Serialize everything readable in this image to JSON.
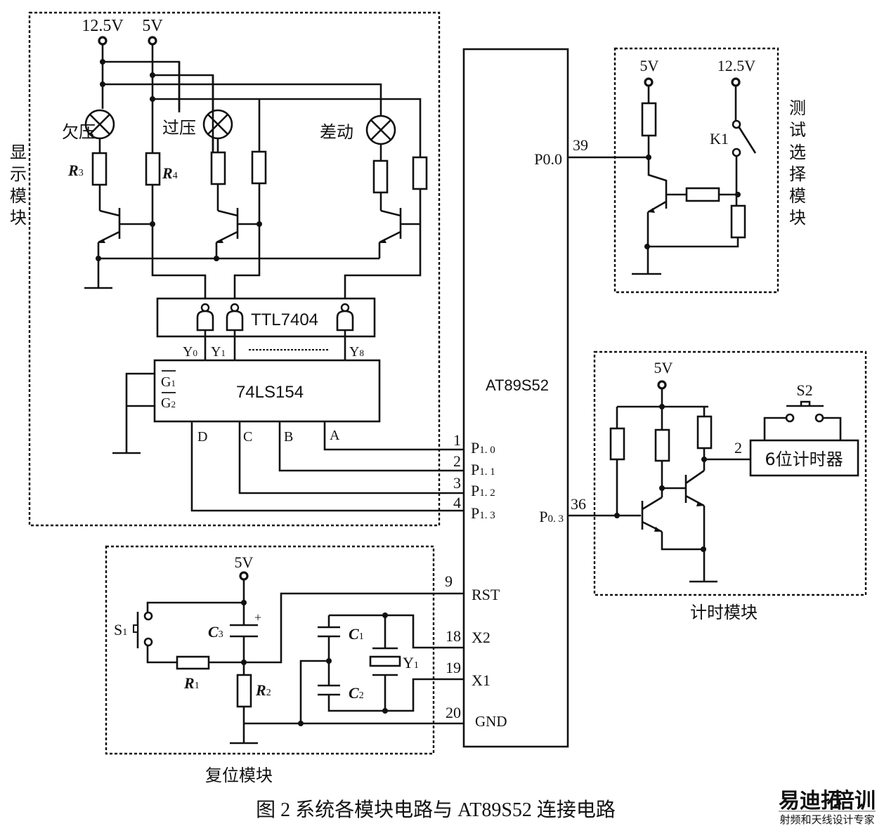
{
  "caption": "图 2  系统各模块电路与 AT89S52 连接电路",
  "watermark": {
    "brand": "易迪拓培训",
    "subtitle": "射频和天线设计专家",
    "colors": {
      "red": "#d9534f",
      "blue": "#3a78c2",
      "gray": "#777777"
    }
  },
  "mcu": {
    "name": "AT89S52",
    "pins": [
      {
        "num": "1",
        "label": "P1.0"
      },
      {
        "num": "2",
        "label": "P1.1"
      },
      {
        "num": "3",
        "label": "P1.2"
      },
      {
        "num": "4",
        "label": "P1.3"
      },
      {
        "num": "9",
        "label": "RST"
      },
      {
        "num": "18",
        "label": "X2"
      },
      {
        "num": "19",
        "label": "X1"
      },
      {
        "num": "20",
        "label": "GND"
      },
      {
        "num": "39",
        "label": "P0.0"
      },
      {
        "num": "36",
        "label": "P0.3"
      }
    ]
  },
  "display_module": {
    "title": "显示模块",
    "supplies": [
      "12.5V",
      "5V"
    ],
    "lamps": [
      "欠压",
      "过压",
      "差动"
    ],
    "resistors": [
      "R3",
      "R4"
    ],
    "inverter_chip": "TTL7404",
    "decoder_chip": "74LS154",
    "decoder_outputs": [
      "Y0",
      "Y1",
      "Y8"
    ],
    "decoder_enables": [
      "G1",
      "G2"
    ],
    "decoder_inputs": [
      "D",
      "C",
      "B",
      "A"
    ]
  },
  "test_select_module": {
    "title": "测试选择模块",
    "supplies": [
      "5V",
      "12.5V"
    ],
    "switch": "K1"
  },
  "timer_module": {
    "title": "计时模块",
    "supply": "5V",
    "switch": "S2",
    "timer_label": "6位计时器",
    "timer_pin": "2"
  },
  "reset_module": {
    "title": "复位模块",
    "supply": "5V",
    "switch": "S1",
    "capacitors": [
      "C3",
      "C1",
      "C2"
    ],
    "resistors": [
      "R1",
      "R2"
    ],
    "crystal": "Y1",
    "polarity": "+"
  }
}
